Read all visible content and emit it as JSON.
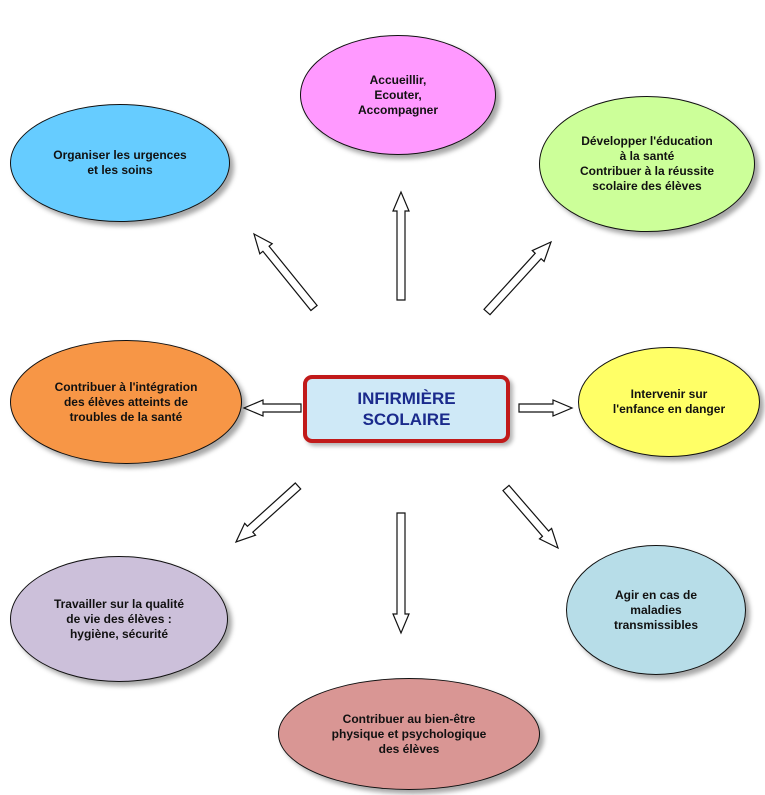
{
  "center": {
    "title": "INFIRMIÈRE\nSCOLAIRE"
  },
  "nodes": {
    "accueillir": {
      "text": "Accueillir,\nEcouter,\nAccompagner",
      "color": "#ff99ff"
    },
    "urgences": {
      "text": "Organiser  les  urgences\net les soins",
      "color": "#66ccff"
    },
    "education": {
      "text": "Développer  l'éducation\nà la santé\nContribuer à la réussite\nscolaire des élèves",
      "color": "#ccff99"
    },
    "integration": {
      "text": "Contribuer à l'intégration\ndes élèves  atteints de\ntroubles de la santé",
      "color": "#f79646"
    },
    "enfance": {
      "text": "Intervenir sur\nl'enfance en danger",
      "color": "#ffff66"
    },
    "qualite": {
      "text": "Travailler sur la qualité\nde vie des élèves :\nhygiène, sécurité",
      "color": "#ccc0da"
    },
    "maladies": {
      "text": "Agir en cas de\nmaladies\ntransmissibles",
      "color": "#b7dde8"
    },
    "bienetre": {
      "text": "Contribuer au bien-être\nphysique et psychologique\ndes élèves",
      "color": "#d99694"
    }
  }
}
